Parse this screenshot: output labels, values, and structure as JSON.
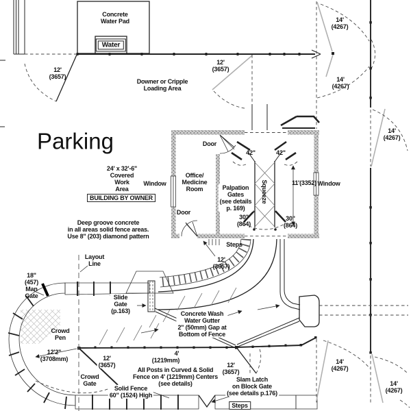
{
  "title": "Cattle handling facility site plan",
  "areas": {
    "parking": "Parking",
    "concrete_water_pad": "Concrete\nWater Pad",
    "water": "Water",
    "downer_loading": "Downer or Cripple\nLoading Area",
    "covered_work_area": "24' x 32'-6\"\nCovered\nWork\nArea",
    "building_by_owner": "BUILDING BY OWNER",
    "office_medicine_room": "Office/\nMedicine\nRoom",
    "crowd_pen": "Crowd\nPen"
  },
  "features": {
    "window": "Window",
    "door": "Door",
    "steps": "Steps",
    "squeeze": "Squeeze",
    "layout_line": "Layout\nLine",
    "man_gate": "18\"\n(457)\nMan\nGate",
    "crowd_gate": "Crowd\nGate"
  },
  "dims": {
    "ft12": "12'\n(3657)",
    "ft14": "14'\n(4267)",
    "ft11": "11'(3352)",
    "ft12_2": "12'2\"\n(3708mm)",
    "in42": "42\"",
    "in30": "30\"\n(864)",
    "ft4": "4'",
    "mm1219": "(1219mm)"
  },
  "notes": {
    "deep_groove": "Deep groove concrete\nin all areas solid fence areas.\nUse 8\" (203) diamond pattern",
    "palpation_gates": "Palpation\nGates\n(see details\np. 169)",
    "slide_gate": "Slide\nGate\n(p.163)",
    "wash_gutter": "Concrete Wash\nWater Gutter\n2\" (50mm) Gap at\nBottom of Fence",
    "all_posts": "All Posts in Curved & Solid\nFence on 4' (1219mm) Centers\n(see details)",
    "solid_fence": "Solid Fence\n60\" (1524) High",
    "slam_latch": "Slam Latch\non Block Gate\n(see details p.176)"
  },
  "colors": {
    "line": "#222222",
    "gate_leaf": "#b0b0b0",
    "wall_fill": "#cfcfcf",
    "background": "#ffffff"
  }
}
